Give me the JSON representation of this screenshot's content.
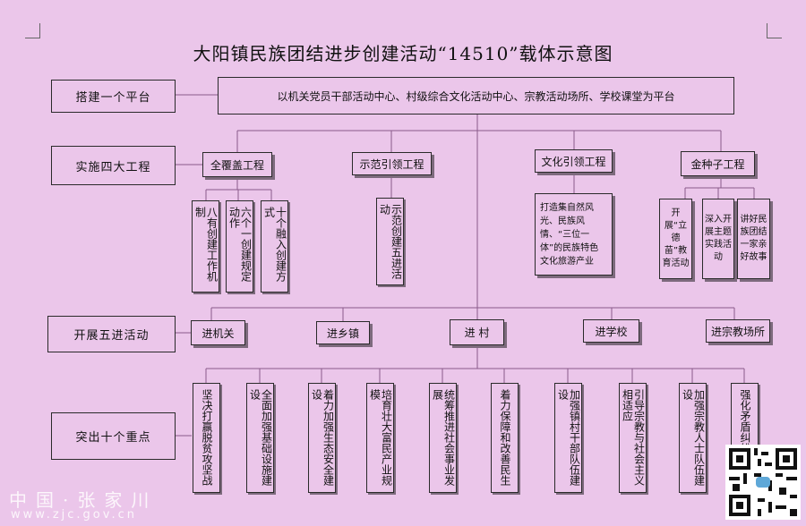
{
  "title": "大阳镇民族团结进步创建活动“14510”载体示意图",
  "rows": {
    "platform": "搭建一个平台",
    "projects": "实施四大工程",
    "activities": "开展五进活动",
    "focus": "突出十个重点"
  },
  "platform_text": "以机关党员干部活动中心、村级综合文化活动中心、宗教活动场所、学校课堂为平台",
  "projects": [
    {
      "label": "全覆盖工程",
      "subs": [
        "八有创建工作机制",
        "六个一创建规定动作",
        "十个融入创建方式"
      ]
    },
    {
      "label": "示范引领工程",
      "subs": [
        "示范创建五进活动"
      ]
    },
    {
      "label": "文化引领工程",
      "subs": [
        "打造集自然风光、民族风情、“三位一体”的民族特色文化旅游产业"
      ]
    },
    {
      "label": "金种子工程",
      "subs": [
        "开展“立德苗”教育活动",
        "深入开展主题实践活动",
        "讲好民族团结一家亲好故事"
      ]
    }
  ],
  "activities": [
    "进机关",
    "进乡镇",
    "进 村",
    "进学校",
    "进宗教场所"
  ],
  "focus": [
    "坚决打赢脱贫攻坚战",
    "全面加强基础设施建设",
    "着力加强生态安全建设",
    "培育壮大富民产业规模",
    "统筹推进社会事业发展",
    "着力保障和改善民生",
    "加强镇村干部队伍建设",
    "引导宗教与社会主义相适应",
    "加强宗教人士队伍建设",
    "强化矛盾纠纷"
  ],
  "watermark": {
    "text": "中国·张家川",
    "url": "www.zjc.gov.cn"
  },
  "colors": {
    "background": "#ebc6ea",
    "line": "#8a5a8a",
    "border": "#2a2a2a"
  }
}
